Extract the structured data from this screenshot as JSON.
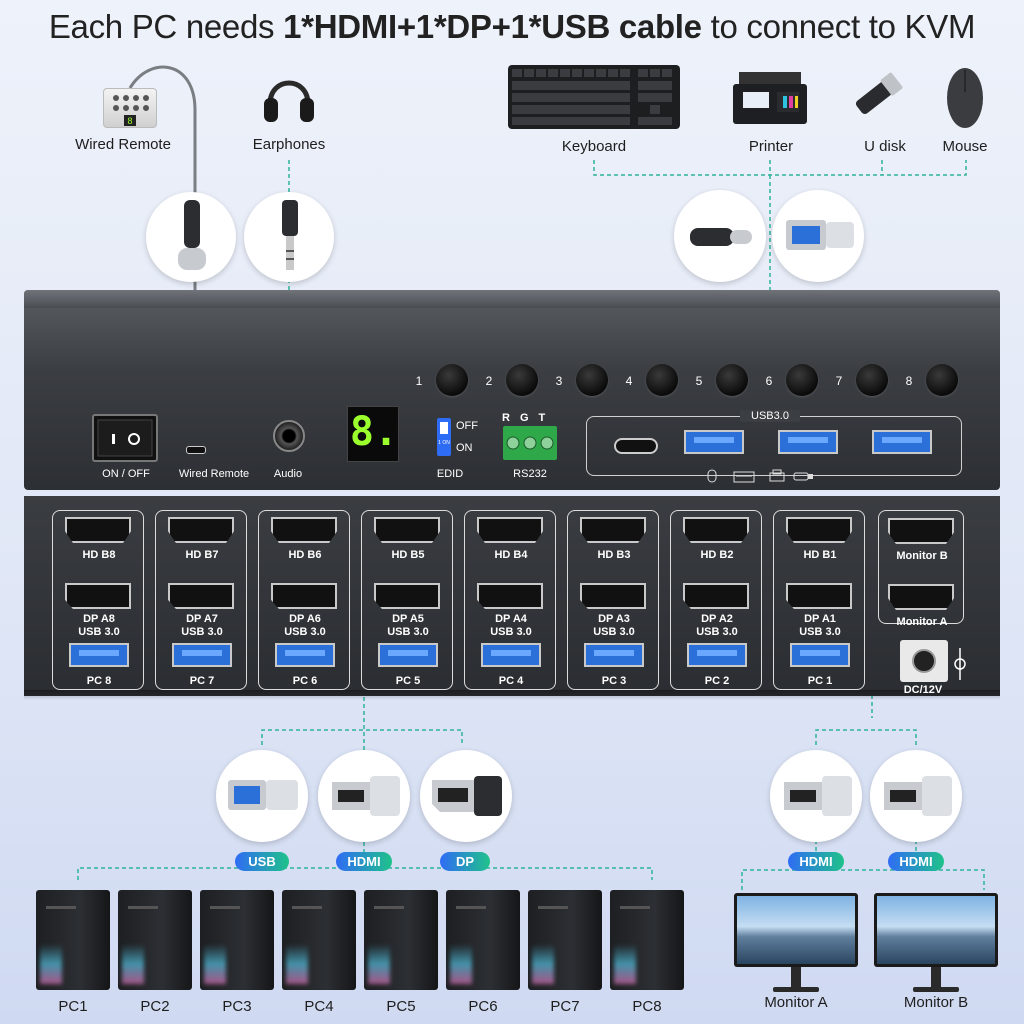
{
  "headline": {
    "pre": "Each PC needs ",
    "bold": "1*HDMI+1*DP+1*USB cable",
    "post": " to connect to KVM"
  },
  "accessories": {
    "wired_remote": "Wired Remote",
    "earphones": "Earphones",
    "keyboard": "Keyboard",
    "printer": "Printer",
    "u_disk": "U disk",
    "mouse": "Mouse"
  },
  "remote_display_digit": "8",
  "top_panel": {
    "power_label": "ON / OFF",
    "wired_remote_label": "Wired Remote",
    "audio_label": "Audio",
    "display_digit": "8.",
    "edid_label": "EDID",
    "edid_off": "OFF",
    "edid_on": "ON",
    "dip_text": "1 ON",
    "rs232_label": "RS232",
    "rs232_pins": [
      "R",
      "G",
      "T"
    ],
    "usb3_label": "USB3.0",
    "buttons": [
      "1",
      "2",
      "3",
      "4",
      "5",
      "6",
      "7",
      "8"
    ],
    "usb_icons": [
      "mouse-icon",
      "keyboard-icon",
      "printer-icon",
      "udisk-icon"
    ]
  },
  "front_panel": {
    "groups": [
      {
        "hdmi": "HD B8",
        "dp": "DP A8",
        "usb": "USB 3.0",
        "pc": "PC 8"
      },
      {
        "hdmi": "HD B7",
        "dp": "DP A7",
        "usb": "USB 3.0",
        "pc": "PC 7"
      },
      {
        "hdmi": "HD B6",
        "dp": "DP A6",
        "usb": "USB 3.0",
        "pc": "PC 6"
      },
      {
        "hdmi": "HD B5",
        "dp": "DP A5",
        "usb": "USB 3.0",
        "pc": "PC 5"
      },
      {
        "hdmi": "HD B4",
        "dp": "DP A4",
        "usb": "USB 3.0",
        "pc": "PC 4"
      },
      {
        "hdmi": "HD B3",
        "dp": "DP A3",
        "usb": "USB 3.0",
        "pc": "PC 3"
      },
      {
        "hdmi": "HD B2",
        "dp": "DP A2",
        "usb": "USB 3.0",
        "pc": "PC 2"
      },
      {
        "hdmi": "HD B1",
        "dp": "DP A1",
        "usb": "USB 3.0",
        "pc": "PC 1"
      }
    ],
    "monitor_b": "Monitor B",
    "monitor_a": "Monitor A",
    "dc_label": "DC/12V"
  },
  "cable_badges": {
    "usb": "USB",
    "hdmi": "HDMI",
    "dp": "DP",
    "hdmi_a": "HDMI",
    "hdmi_b": "HDMI"
  },
  "pcs": [
    "PC1",
    "PC2",
    "PC3",
    "PC4",
    "PC5",
    "PC6",
    "PC7",
    "PC8"
  ],
  "monitors": [
    "Monitor A",
    "Monitor B"
  ],
  "colors": {
    "accent_green": "#2fb39a",
    "usb_blue": "#2b6fd8",
    "badge_blue": "#2f6cf5",
    "badge_green": "#1fc28a",
    "led_green": "#9bff2e"
  }
}
